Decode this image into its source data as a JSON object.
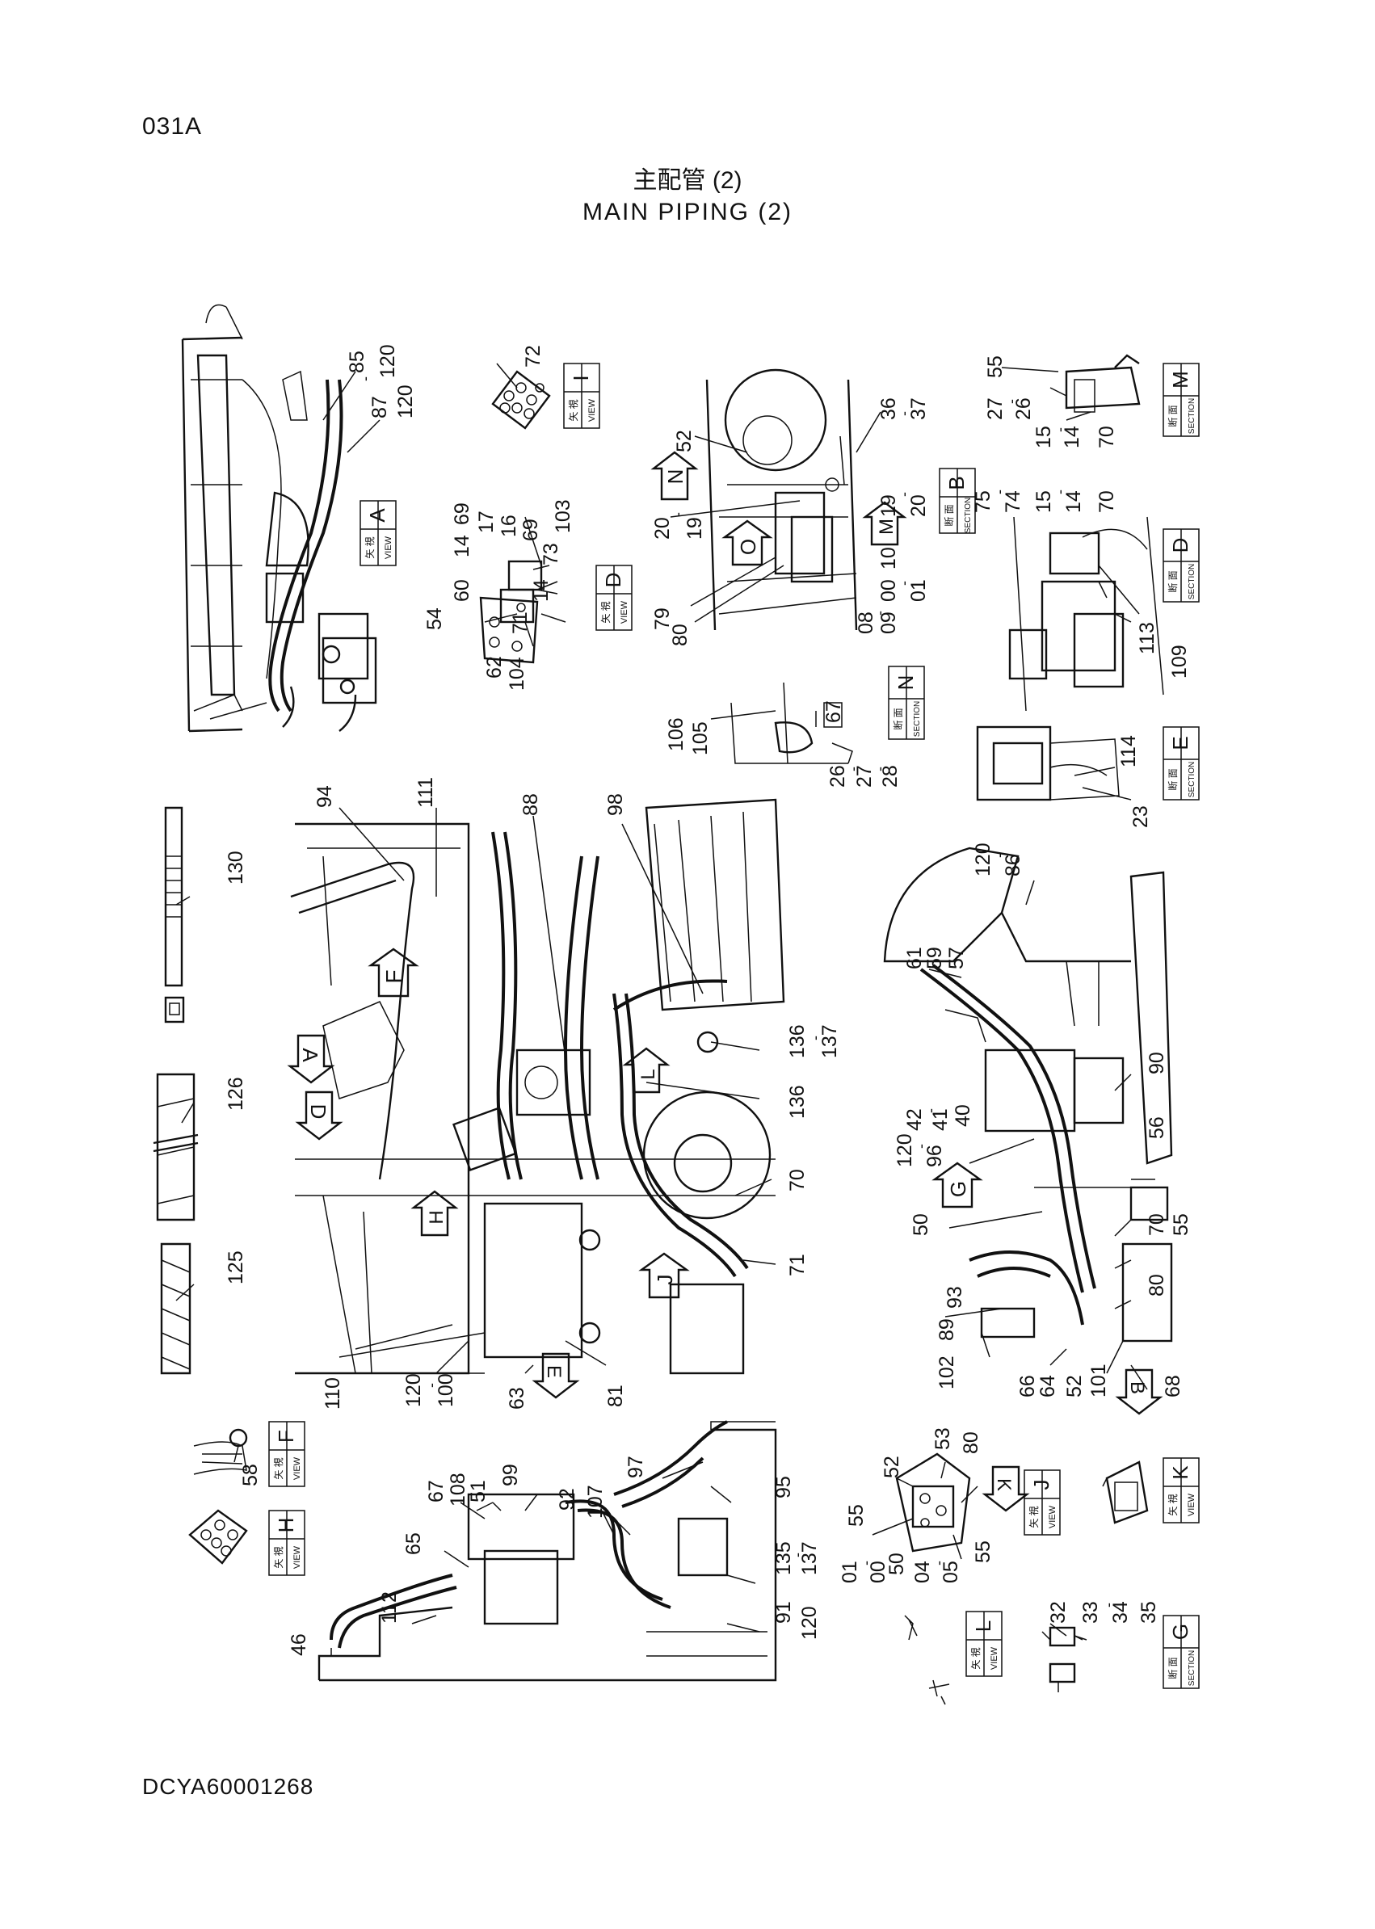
{
  "page": {
    "code": "031A",
    "title_jp": "主配管 (2)",
    "title_en": "MAIN PIPING (2)",
    "document_id": "DCYA60001268"
  },
  "view_labels": {
    "A": {
      "jp": "矢 視",
      "en": "VIEW",
      "letter": "A"
    },
    "I": {
      "jp": "矢 視",
      "en": "VIEW",
      "letter": "I"
    },
    "D": {
      "jp": "矢 視",
      "en": "VIEW",
      "letter": "D"
    },
    "F": {
      "jp": "矢 視",
      "en": "VIEW",
      "letter": "F"
    },
    "H": {
      "jp": "矢 視",
      "en": "VIEW",
      "letter": "H"
    },
    "J": {
      "jp": "矢 視",
      "en": "VIEW",
      "letter": "J"
    },
    "K": {
      "jp": "矢 視",
      "en": "VIEW",
      "letter": "K"
    },
    "L": {
      "jp": "矢 視",
      "en": "VIEW",
      "letter": "L"
    }
  },
  "section_labels": {
    "M": {
      "jp": "断 面",
      "en": "SECTION",
      "letter": "M"
    },
    "B": {
      "jp": "断 面",
      "en": "SECTION",
      "letter": "B"
    },
    "D": {
      "jp": "断 面",
      "en": "SECTION",
      "letter": "D"
    },
    "N": {
      "jp": "断 面",
      "en": "SECTION",
      "letter": "N"
    },
    "E": {
      "jp": "断 面",
      "en": "SECTION",
      "letter": "E"
    },
    "G": {
      "jp": "断 面",
      "en": "SECTION",
      "letter": "G"
    }
  },
  "arrow_letters": [
    "N",
    "M",
    "O",
    "F",
    "A",
    "D",
    "H",
    "L",
    "G",
    "J",
    "E",
    "B",
    "K"
  ],
  "part_labels": {
    "p85": "85",
    "p120a": "120",
    "p87": "87",
    "p120b": "120",
    "p72": "72",
    "p55a": "55",
    "p36": "36",
    "p37": "37",
    "p52a": "52",
    "p27a": "27",
    "p26a": "26",
    "p15a": "15",
    "p14a": "14",
    "p70a": "70",
    "p19a": "19",
    "p20a": "20",
    "p20b": "20",
    "p19b": "19",
    "p75": "75",
    "p74": "74",
    "p15b": "15",
    "p14b": "14",
    "p70b": "70",
    "p14c": "14",
    "p17": "17",
    "p16": "16",
    "p69a": "69",
    "p69b": "69",
    "p103": "103",
    "p73": "73",
    "p60": "60",
    "p14d": "14",
    "p71a": "71",
    "p54": "54",
    "p62": "62",
    "p104": "104",
    "p10": "10",
    "p00a": "00",
    "p01a": "01",
    "p79": "79",
    "p80a": "80",
    "p08": "08",
    "p09": "09",
    "p113": "113",
    "p109": "109",
    "p106": "106",
    "p105": "105",
    "p67a": "67",
    "p26b": "26",
    "p27b": "27",
    "p28": "28",
    "p114": "114",
    "p23": "23",
    "p94": "94",
    "p111": "111",
    "p88": "88",
    "p98": "98",
    "p130": "130",
    "p120c": "120",
    "p86": "86",
    "p61": "61",
    "p59": "59",
    "p57": "57",
    "p136a": "136",
    "p137a": "137",
    "p136b": "136",
    "p90": "90",
    "p126": "126",
    "p42": "42",
    "p41": "41",
    "p40": "40",
    "p120d": "120",
    "p96": "96",
    "p56": "56",
    "p70c": "70",
    "p71b": "71",
    "p50a": "50",
    "p55b": "55",
    "p70d": "70",
    "p125": "125",
    "p93": "93",
    "p89": "89",
    "p80b": "80",
    "p102": "102",
    "p66": "66",
    "p64": "64",
    "p52b": "52",
    "p101": "101",
    "p68": "68",
    "p110": "110",
    "p120e": "120",
    "p100": "100",
    "p63": "63",
    "p81": "81",
    "p58": "58",
    "p67b": "67",
    "p108": "108",
    "p51": "51",
    "p99": "99",
    "p92": "92",
    "p107": "107",
    "p97": "97",
    "p95": "95",
    "p65": "65",
    "p135": "135",
    "p137b": "137",
    "p91": "91",
    "p120f": "120",
    "p112": "112",
    "p46": "46",
    "p52c": "52",
    "p53": "53",
    "p80c": "80",
    "p55c": "55",
    "p01b": "01",
    "p00b": "00",
    "p50b": "50",
    "p04": "04",
    "p05": "05",
    "p55d": "55",
    "p32": "32",
    "p33": "33",
    "p34": "34",
    "p35": "35"
  },
  "drawing_colors": {
    "ink": "#111111",
    "paper": "#ffffff"
  }
}
